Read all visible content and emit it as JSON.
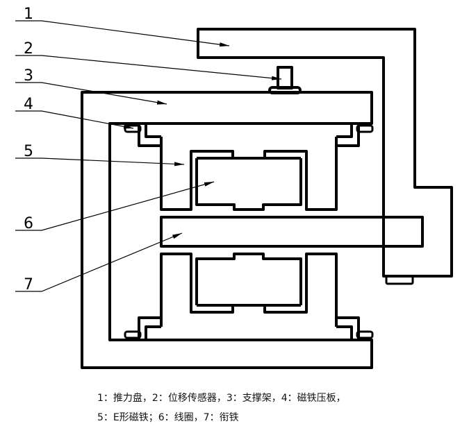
{
  "labels": [
    "1",
    "2",
    "3",
    "4",
    "5",
    "6",
    "7"
  ],
  "caption": {
    "line1": "1：推力盘，2：位移传感器，3：支撑架，4：磁铁压板，",
    "line2": "5：E形磁铁；6：线圈，7：衔铁"
  }
}
